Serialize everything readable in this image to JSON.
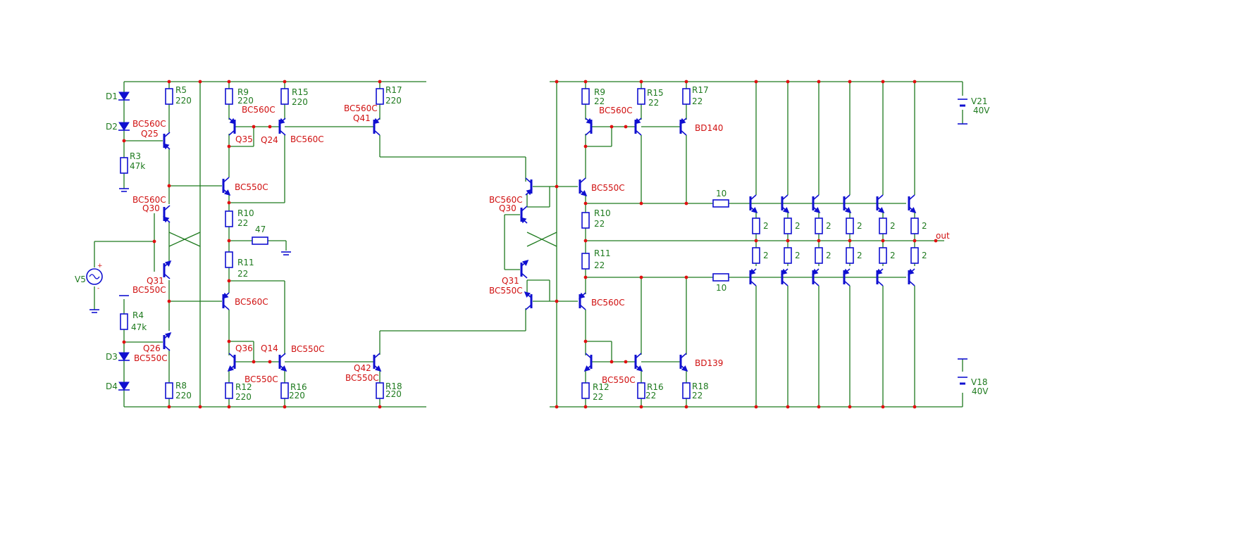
{
  "colors": {
    "wire": "#1e7a1e",
    "component": "#1010d0",
    "node": "#e01010",
    "label_green": "#1e7a1e",
    "label_red": "#d01010"
  },
  "left": {
    "D1": "D1",
    "D2": "D2",
    "D3": "D3",
    "D4": "D4",
    "R5": "R5",
    "R5v": "220",
    "R3": "R3",
    "R3v": "47k",
    "R4": "R4",
    "R4v": "47k",
    "R8": "R8",
    "R8v": "220",
    "Q25a": "BC560C",
    "Q25b": "Q25",
    "Q30a": "BC560C",
    "Q30b": "Q30",
    "Q31a": "Q31",
    "Q31b": "BC550C",
    "Q26a": "Q26",
    "Q26b": "BC550C",
    "V5": "V5",
    "R9": "R9",
    "R9v": "220",
    "R15": "R15",
    "R15v": "220",
    "Q35type": "BC560C",
    "Q35": "Q35",
    "Q24": "Q24",
    "Q24type": "BC560C",
    "R17": "R17",
    "R17v": "220",
    "Q41type": "BC560C",
    "Q41": "Q41",
    "Qmid1": "BC550C",
    "R10": "R10",
    "R10v": "22",
    "Rfb": "47",
    "R11": "R11",
    "R11v": "22",
    "Qmid2": "BC560C",
    "Q36": "Q36",
    "Q14": "Q14",
    "Q14type": "BC550C",
    "Q36type": "BC550C",
    "R12": "R12",
    "R12v": "220",
    "R16": "R16",
    "R16v": "220",
    "Q42": "Q42",
    "Q42type": "BC550C",
    "R18": "R18",
    "R18v": "220"
  },
  "right": {
    "R9": "R9",
    "R9v": "22",
    "R15": "R15",
    "R15v": "22",
    "R17": "R17",
    "R17v": "22",
    "Qtop": "BC560C",
    "BD140": "BD140",
    "Qmid1": "BC550C",
    "Q30a": "BC560C",
    "Q30b": "Q30",
    "Q31a": "Q31",
    "Q31b": "BC550C",
    "R10": "R10",
    "R10v": "22",
    "R11": "R11",
    "R11v": "22",
    "Qmid2": "BC560C",
    "Qbot": "BC550C",
    "BD139": "BD139",
    "R12": "R12",
    "R12v": "22",
    "R16": "R16",
    "R16v": "22",
    "R18": "R18",
    "R18v": "22",
    "Rg1": "10",
    "Rg2": "10",
    "Re": "2",
    "out": "out",
    "V21": "V21",
    "V21v": "40V",
    "V18": "V18",
    "V18v": "40V"
  }
}
